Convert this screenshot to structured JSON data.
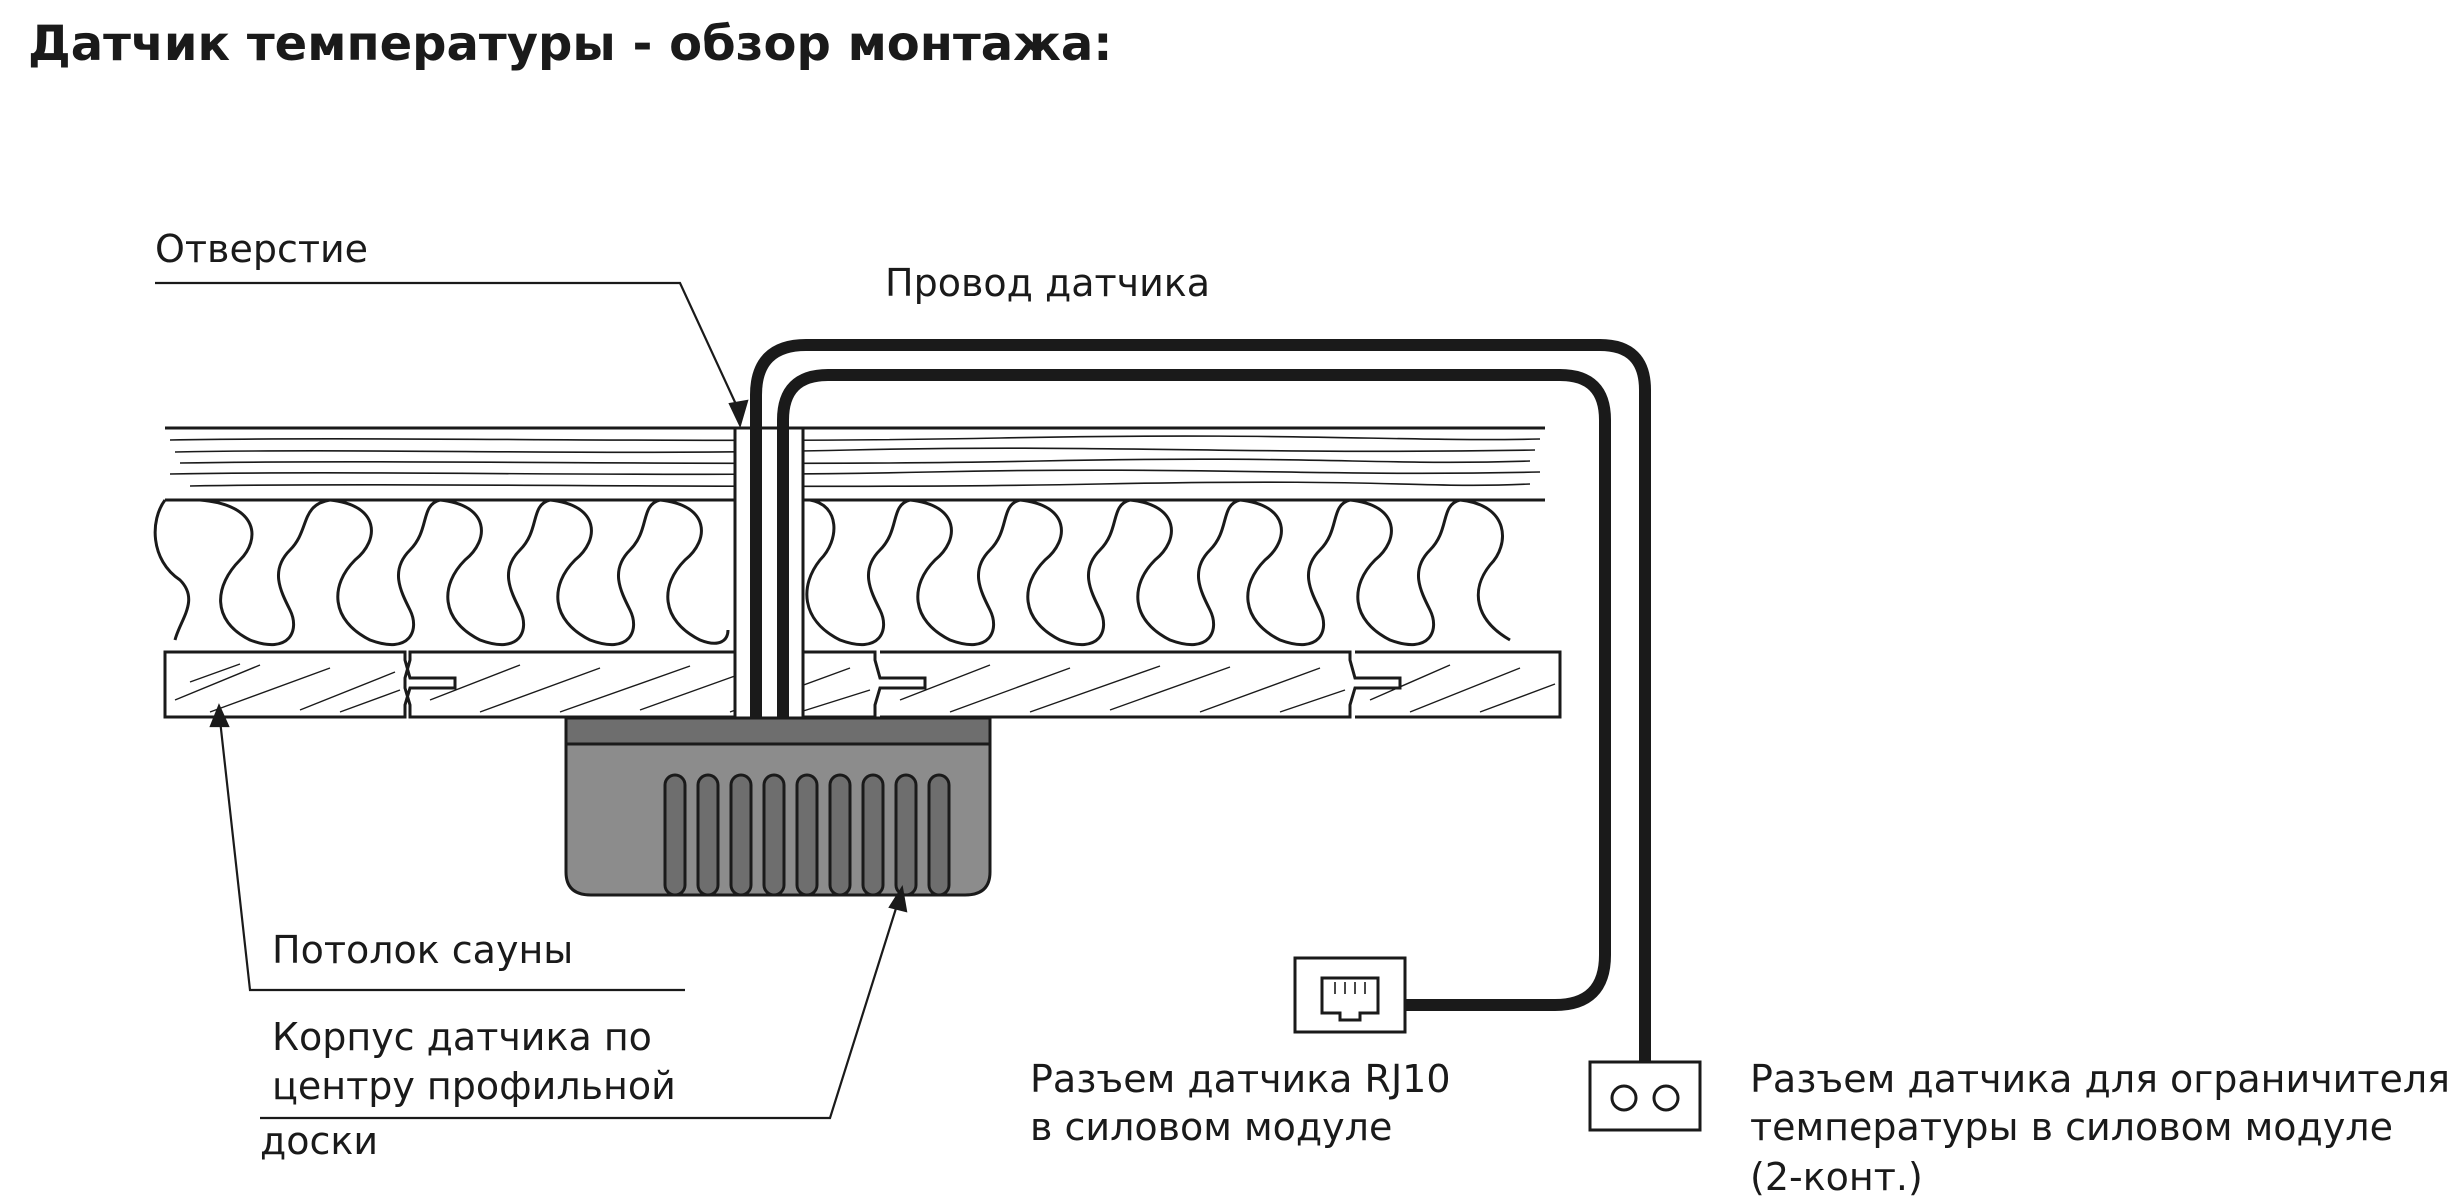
{
  "title": "Датчик температуры - обзор монтажа:",
  "labels": {
    "hole": "Отверстие",
    "sensor_wire": "Провод датчика",
    "sauna_ceiling": "Потолок сауны",
    "sensor_body": [
      "Корпус датчика по",
      "центру профильной",
      "доски"
    ],
    "rj10": [
      "Разъем датчика RJ10",
      "в силовом модуле"
    ],
    "limiter": [
      "Разъем датчика для ограничителя",
      "температуры в силовом модуле",
      "(2-конт.)"
    ]
  },
  "colors": {
    "ink": "#1a1a1a",
    "sensor_body": "#8c8c8c",
    "background": "#ffffff"
  }
}
